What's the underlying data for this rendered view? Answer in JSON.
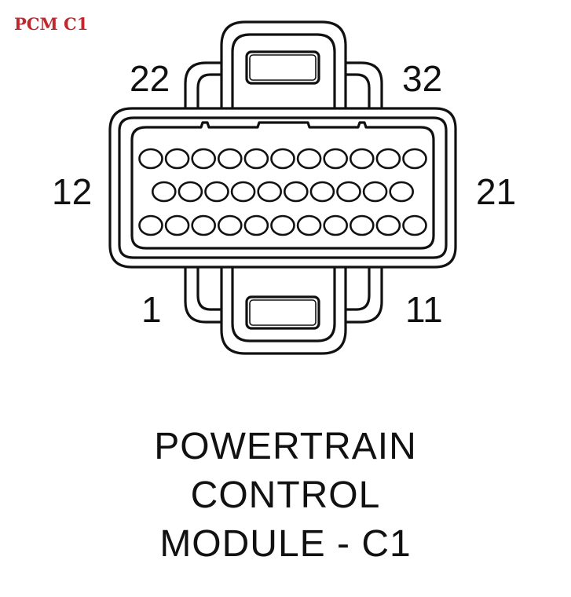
{
  "header": {
    "label": "PCM C1"
  },
  "connector": {
    "pin_labels": {
      "top_left": "22",
      "top_right": "32",
      "left": "12",
      "right": "21",
      "bottom_left": "1",
      "bottom_right": "11"
    },
    "rows": [
      {
        "pin_count": 11
      },
      {
        "pin_count": 10
      },
      {
        "pin_count": 11
      }
    ],
    "line_color": "#111111",
    "label_color": "#c0282d"
  },
  "caption": {
    "lines": [
      "POWERTRAIN",
      "CONTROL",
      "MODULE - C1"
    ]
  }
}
